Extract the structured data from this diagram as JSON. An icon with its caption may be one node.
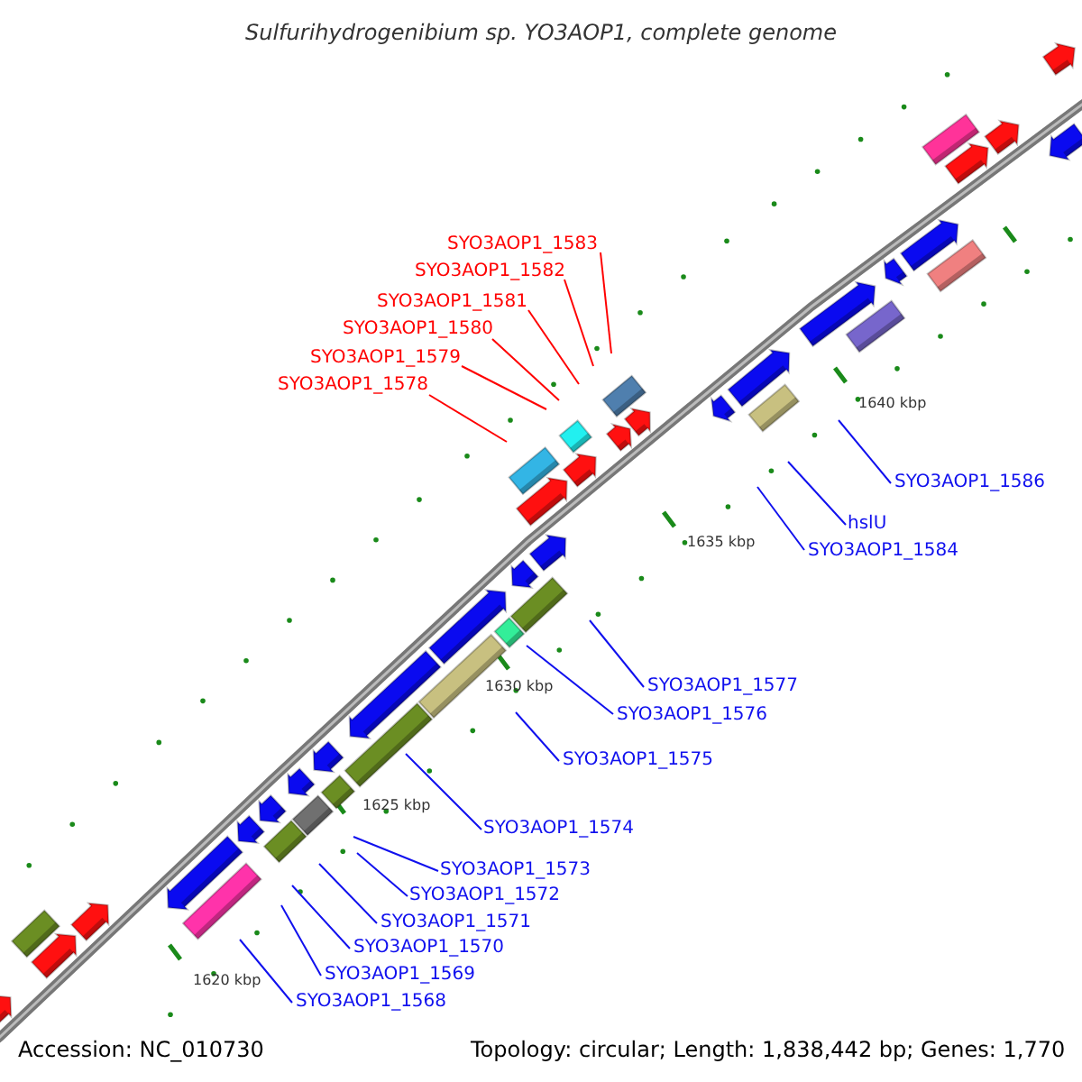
{
  "diagram": {
    "title": "Sulfurihydrogenibium sp. YO3AOP1, complete genome",
    "nodes": [
      {
        "text": [
          "SYO3AOP1_1583"
        ]
      },
      {
        "text": [
          "SYO3AOP1_1582"
        ]
      },
      {
        "text": [
          "SYO3AOP1_1581"
        ]
      },
      {
        "text": [
          "SYO3AOP1_1580"
        ]
      },
      {
        "text": [
          "SYO3AOP1_1579"
        ]
      },
      {
        "text": [
          "SYO3AOP1_1578"
        ]
      },
      {
        "text": [
          "SYO3AOP1_1586"
        ]
      },
      {
        "text": [
          "hslU"
        ]
      },
      {
        "text": [
          "SYO3AOP1_1584"
        ]
      },
      {
        "text": [
          "SYO3AOP1_1577"
        ]
      },
      {
        "text": [
          "SYO3AOP1_1576"
        ]
      },
      {
        "text": [
          "SYO3AOP1_1575"
        ]
      },
      {
        "text": [
          "SYO3AOP1_1574"
        ]
      },
      {
        "text": [
          "SYO3AOP1_1573"
        ]
      },
      {
        "text": [
          "SYO3AOP1_1572"
        ]
      },
      {
        "text": [
          "SYO3AOP1_1571"
        ]
      },
      {
        "text": [
          "SYO3AOP1_1570"
        ]
      },
      {
        "text": [
          "SYO3AOP1_1569"
        ]
      },
      {
        "text": [
          "SYO3AOP1_1568"
        ]
      }
    ],
    "edges": [
      {
        "from": 0,
        "to": null,
        "arrow": "none",
        "color": "#ff0000"
      },
      {
        "from": 1,
        "to": null,
        "arrow": "none",
        "color": "#ff0000"
      },
      {
        "from": 2,
        "to": null,
        "arrow": "none",
        "color": "#ff0000"
      },
      {
        "from": 3,
        "to": null,
        "arrow": "none",
        "color": "#ff0000"
      },
      {
        "from": 4,
        "to": null,
        "arrow": "none",
        "color": "#ff0000"
      },
      {
        "from": 5,
        "to": null,
        "arrow": "none",
        "color": "#ff0000"
      },
      {
        "from": 6,
        "to": null,
        "arrow": "none"
      },
      {
        "from": 7,
        "to": null,
        "arrow": "none"
      },
      {
        "from": 8,
        "to": null,
        "arrow": "none"
      },
      {
        "from": 9,
        "to": null,
        "arrow": "none"
      },
      {
        "from": 10,
        "to": null,
        "arrow": "none"
      },
      {
        "from": 11,
        "to": null,
        "arrow": "none"
      },
      {
        "from": 12,
        "to": null,
        "arrow": "none"
      },
      {
        "from": 13,
        "to": null,
        "arrow": "none"
      },
      {
        "from": 14,
        "to": null,
        "arrow": "none"
      },
      {
        "from": 15,
        "to": null,
        "arrow": "none"
      },
      {
        "from": 16,
        "to": null,
        "arrow": "none"
      },
      {
        "from": 17,
        "to": null,
        "arrow": "none"
      },
      {
        "from": 18,
        "to": null,
        "arrow": "none"
      }
    ],
    "labels": [
      "1640 kbp",
      "1635 kbp",
      "1630 kbp",
      "1625 kbp",
      "1620 kbp",
      "Accession: NC_010730",
      "Topology: circular; Length: 1,838,442 bp; Genes: 1,770"
    ]
  }
}
